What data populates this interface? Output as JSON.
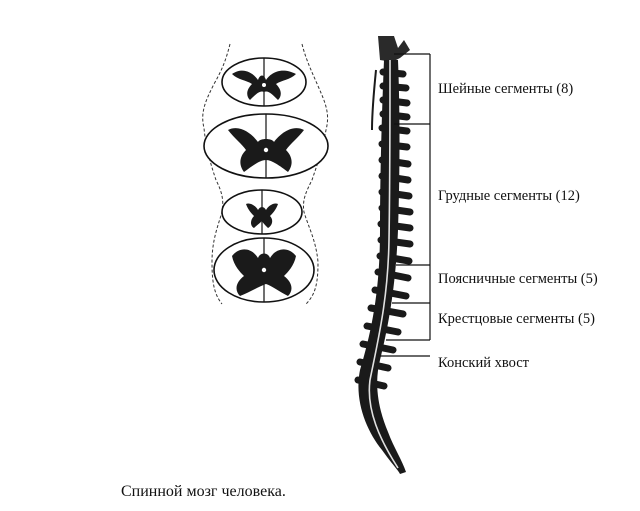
{
  "segments": {
    "cervical": "Шейные сегменты (8)",
    "thoracic": "Грудные сегменты (12)",
    "lumbar": "Поясничные сегменты (5)",
    "sacral": "Крестцовые сегменты (5)",
    "cauda": "Конский хвост"
  },
  "caption": "Спинной мозг человека.",
  "colors": {
    "ink": "#111111",
    "grey_matter": "#1a1a1a",
    "background": "#ffffff"
  }
}
